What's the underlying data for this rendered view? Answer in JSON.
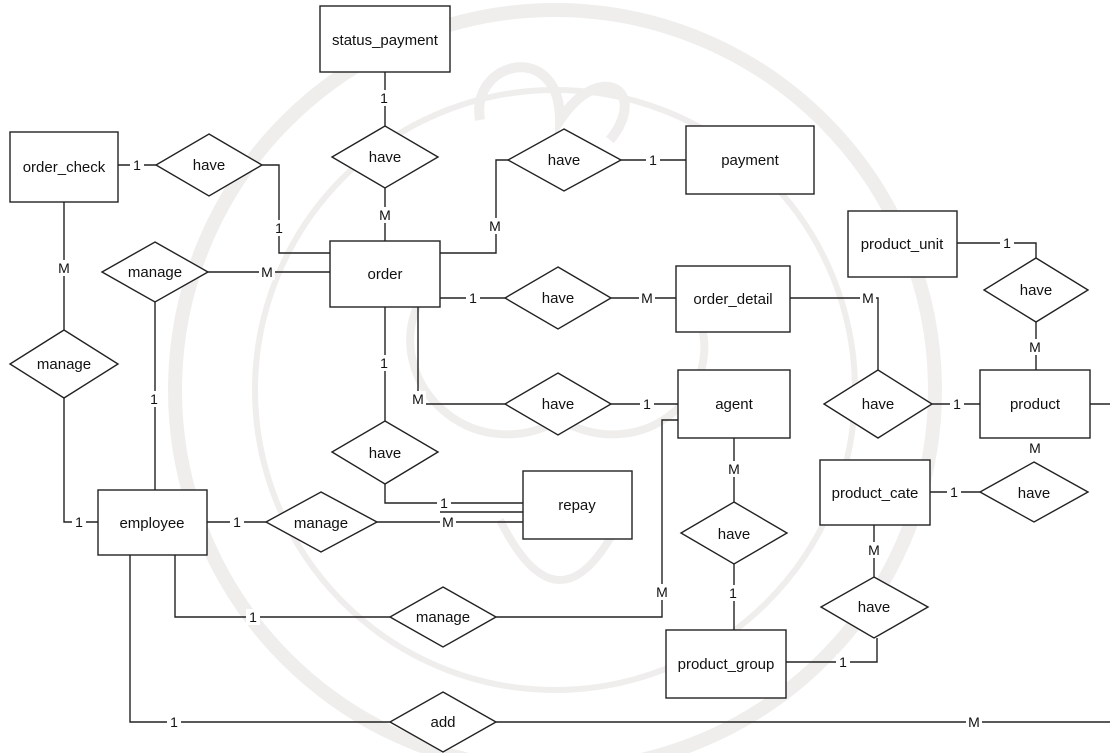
{
  "diagram": {
    "entities": {
      "status_payment": "status_payment",
      "order_check": "order_check",
      "payment": "payment",
      "order": "order",
      "product_unit": "product_unit",
      "order_detail": "order_detail",
      "agent": "agent",
      "product": "product",
      "repay": "repay",
      "employee": "employee",
      "product_cate": "product_cate",
      "product_group": "product_group"
    },
    "relationships": {
      "r_order_check_have": "have",
      "r_status_have": "have",
      "r_payment_have": "have",
      "r_manage_order": "manage",
      "r_order_detail_have": "have",
      "r_unit_have": "have",
      "r_check_manage": "manage",
      "r_agent_have": "have",
      "r_product_detail_have": "have",
      "r_repay_have": "have",
      "r_employee_repay_manage": "manage",
      "r_cate_have": "have",
      "r_agent_group_have": "have",
      "r_group_cate_have": "have",
      "r_employee_agent_manage": "manage",
      "r_add": "add"
    },
    "cardinalities": {
      "c1": "1",
      "c2": "1",
      "c3": "1",
      "c4": "M",
      "c5": "M",
      "c6": "1",
      "c7": "M",
      "c8": "M",
      "c9": "1",
      "c10": "1",
      "c11": "M",
      "c12": "M",
      "c13": "M",
      "c14": "1",
      "c15": "1",
      "c16": "M",
      "c17": "1",
      "c18": "1",
      "c19": "1",
      "c20": "M",
      "c21": "M",
      "c22": "1",
      "c23": "M",
      "c24": "1",
      "c25": "M",
      "c26": "1",
      "c27": "1",
      "c28": "1",
      "c29": "M",
      "c30": "1",
      "c31": "M"
    },
    "watermark_color": "#c9c2b8"
  }
}
